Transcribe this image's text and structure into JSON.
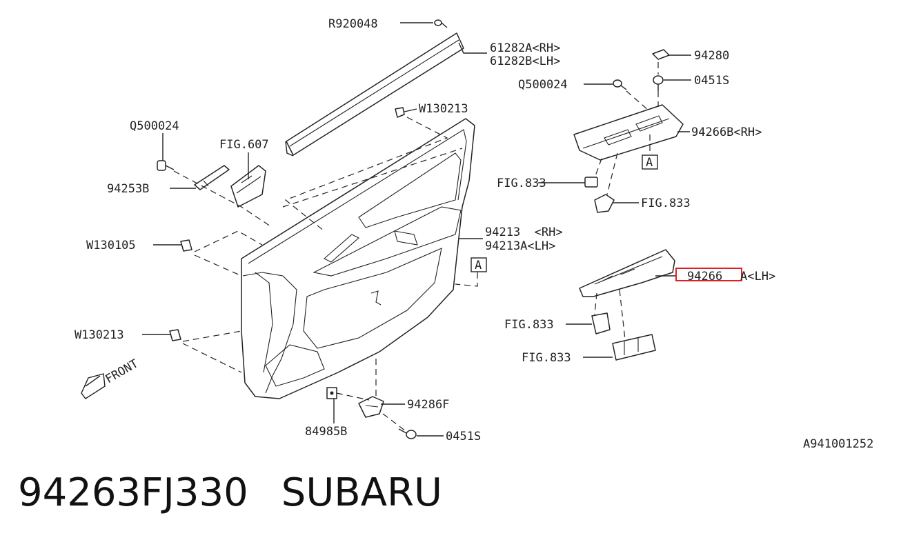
{
  "callouts": {
    "r920048": "R920048",
    "p61282a": "61282A<RH>",
    "p61282b": "61282B<LH>",
    "w130213_top": "W130213",
    "q500024_left": "Q500024",
    "fig607": "FIG.607",
    "p94253b": "94253B",
    "w130105": "W130105",
    "p94213": "94213  <RH>",
    "p94213a": "94213A<LH>",
    "w130213_left": "W130213",
    "front": "FRONT",
    "p94286f": "94286F",
    "p84985b": "84985B",
    "s0451_bottom": "0451S",
    "ref_a_left": "A",
    "p94280": "94280",
    "s0451_top": "0451S",
    "q500024_right": "Q500024",
    "p94266b": "94266B<RH>",
    "ref_a_right": "A",
    "fig833_1": "FIG.833",
    "fig833_2": "FIG.833",
    "p94266a_part": "94266",
    "p94266a_rest": "A<LH>",
    "fig833_3": "FIG.833",
    "fig833_4": "FIG.833",
    "drawing_code": "A941001252"
  },
  "highlight": {
    "color": "#e02020",
    "target": "94266"
  },
  "footer": {
    "part_number": "94263FJ330",
    "brand": "SUBARU"
  }
}
